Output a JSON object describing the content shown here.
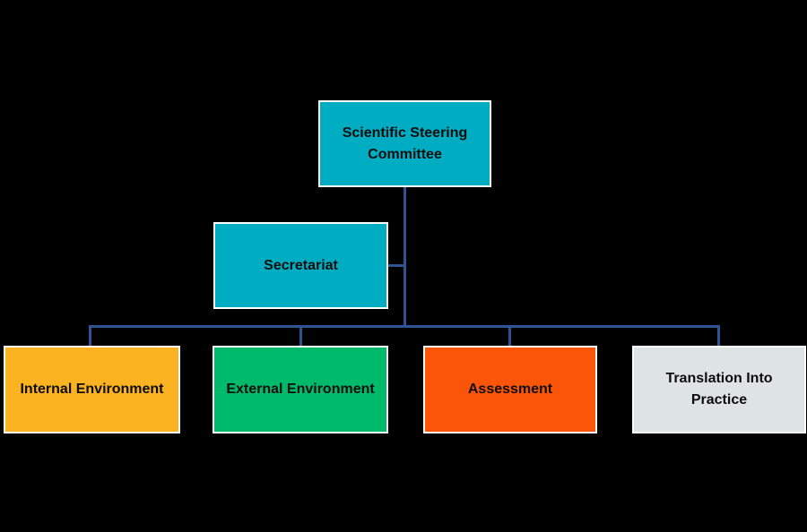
{
  "diagram": {
    "type": "org-chart",
    "background_color": "#000000",
    "connector_color": "#2F5496",
    "node_border_color": "#FFFFFF",
    "node_text_color": "#0D0D0D",
    "nodes": [
      {
        "id": "scientific-steering-committee",
        "label": "Scientific Steering Committee",
        "fill": "#00ACC1"
      },
      {
        "id": "secretariat",
        "label": "Secretariat",
        "fill": "#00ACC1"
      },
      {
        "id": "internal-environment",
        "label": "Internal Environment",
        "fill": "#FCB321"
      },
      {
        "id": "external-environment",
        "label": "External Environment",
        "fill": "#00BA6C"
      },
      {
        "id": "assessment",
        "label": "Assessment",
        "fill": "#FA5509"
      },
      {
        "id": "translation-into-practice",
        "label": "Translation Into Practice",
        "fill": "#DEE4E3"
      }
    ],
    "edges": [
      {
        "from": "scientific-steering-committee",
        "to": "secretariat"
      },
      {
        "from": "scientific-steering-committee",
        "to": "internal-environment"
      },
      {
        "from": "scientific-steering-committee",
        "to": "external-environment"
      },
      {
        "from": "scientific-steering-committee",
        "to": "assessment"
      },
      {
        "from": "scientific-steering-committee",
        "to": "translation-into-practice"
      }
    ]
  }
}
